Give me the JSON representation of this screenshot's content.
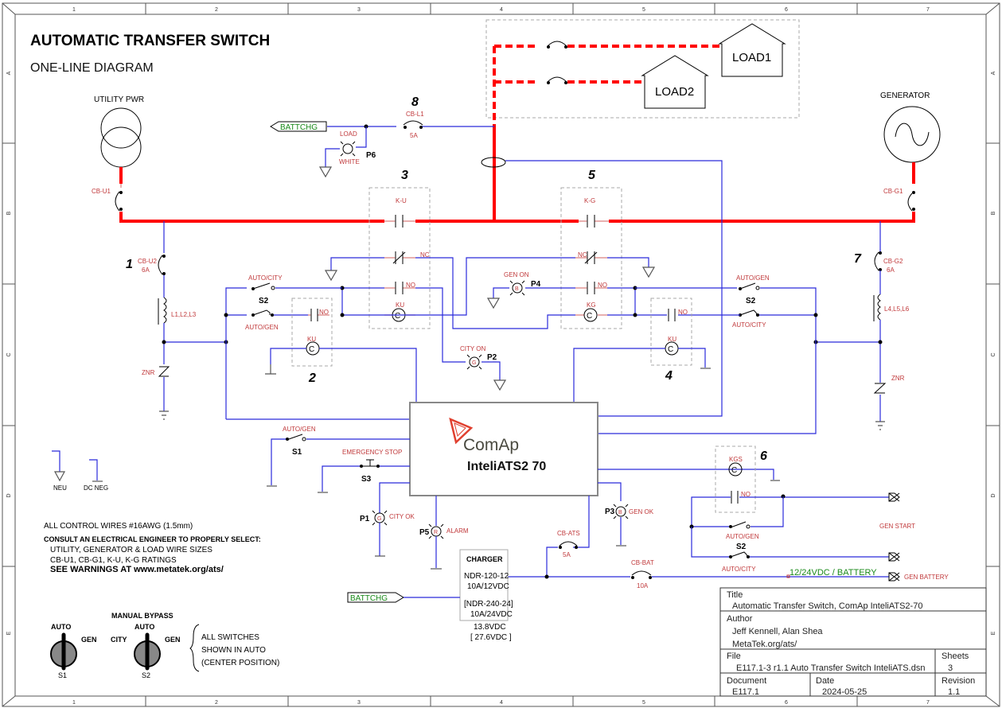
{
  "header": {
    "title": "AUTOMATIC TRANSFER SWITCH",
    "subtitle": "ONE-LINE DIAGRAM"
  },
  "frame": {
    "columns": [
      "1",
      "2",
      "3",
      "4",
      "5",
      "6",
      "7"
    ],
    "rows": [
      "A",
      "B",
      "C",
      "D",
      "E"
    ]
  },
  "sources": {
    "utility": "UTILITY PWR",
    "generator": "GENERATOR"
  },
  "loads": {
    "load1": "LOAD1",
    "load2": "LOAD2"
  },
  "breakers": {
    "cb_u1": "CB-U1",
    "cb_g1": "CB-G1",
    "cb_u2": "CB-U2",
    "cb_u2_rating": "6A",
    "cb_g2": "CB-G2",
    "cb_g2_rating": "6A",
    "cb_l1": "CB-L1",
    "cb_l1_rating": "5A",
    "cb_ats": "CB-ATS",
    "cb_ats_rating": "5A",
    "cb_bat": "CB-BAT",
    "cb_bat_rating": "10A"
  },
  "callouts": [
    "1",
    "2",
    "3",
    "4",
    "5",
    "6",
    "7",
    "8"
  ],
  "contactors": {
    "ku": "K-U",
    "kg": "K-G",
    "ku_coil": "KU",
    "kg_coil": "KG",
    "kgs_coil": "KGS",
    "coil_glyph": "C",
    "nc": "NC",
    "no": "NO"
  },
  "filters": {
    "utility_inductor": "L1,L2,L3",
    "gen_inductor": "L4,L5,L6",
    "znr": "ZNR"
  },
  "switches": {
    "auto_city": "AUTO/CITY",
    "auto_gen": "AUTO/GEN",
    "s1": "S1",
    "s2": "S2",
    "s3": "S3",
    "emergency_stop": "EMERGENCY STOP"
  },
  "lamps": {
    "p1": {
      "id": "P1",
      "letter": "G",
      "label": "CITY OK"
    },
    "p2": {
      "id": "P2",
      "letter": "G",
      "label": "CITY ON"
    },
    "p3": {
      "id": "P3",
      "letter": "B",
      "label": "GEN OK"
    },
    "p4": {
      "id": "P4",
      "letter": "B",
      "label": "GEN ON"
    },
    "p5": {
      "id": "P5",
      "letter": "R",
      "label": "ALARM"
    },
    "p6": {
      "id": "P6",
      "label_top": "LOAD",
      "label_bottom": "WHITE"
    }
  },
  "controller": {
    "brand": "ComAp",
    "model": "InteliATS2 70",
    "brand_color": "#e0402f"
  },
  "charger": {
    "title": "CHARGER",
    "line1": "NDR-120-12",
    "line2": "10A/12VDC",
    "line3": "[NDR-240-24]",
    "line4": "10A/24VDC",
    "out1": "13.8VDC",
    "out2": "[ 27.6VDC ]"
  },
  "ports": {
    "battchg_top": "BATTCHG",
    "battchg_bottom": "BATTCHG",
    "battery_net": "12/24VDC / BATTERY",
    "gen_start": "GEN START",
    "gen_battery": "GEN BATTERY"
  },
  "legend": {
    "neu": "NEU",
    "dc_neg": "DC NEG"
  },
  "notes": {
    "line1": "ALL CONTROL WIRES #16AWG (1.5mm)",
    "line2": "CONSULT AN ELECTRICAL ENGINEER TO PROPERLY SELECT:",
    "line3": "UTILITY, GENERATOR & LOAD WIRE SIZES",
    "line4": "CB-U1, CB-G1, K-U, K-G RATINGS",
    "line5": "SEE WARNINGS AT www.metatek.org/ats/"
  },
  "selectors": {
    "manual_bypass": "MANUAL BYPASS",
    "s1_auto": "AUTO",
    "s1_gen": "GEN",
    "s1_name": "S1",
    "s2_city": "CITY",
    "s2_auto": "AUTO",
    "s2_gen": "GEN",
    "s2_name": "S2",
    "note1": "ALL SWITCHES",
    "note2": "SHOWN IN AUTO",
    "note3": "(CENTER POSITION)"
  },
  "title_block": {
    "title_label": "Title",
    "title_value": "Automatic Transfer Switch, ComAp InteliATS2-70",
    "author_label": "Author",
    "author_value1": "Jeff Kennell, Alan Shea",
    "author_value2": "MetaTek.org/ats/",
    "file_label": "File",
    "file_value": "E117.1-3 r1.1 Auto Transfer Switch InteliATS.dsn",
    "sheets_label": "Sheets",
    "sheets_value": "3",
    "document_label": "Document",
    "document_value": "E117.1",
    "date_label": "Date",
    "date_value": "2024-05-25",
    "revision_label": "Revision",
    "revision_value": "1.1"
  }
}
